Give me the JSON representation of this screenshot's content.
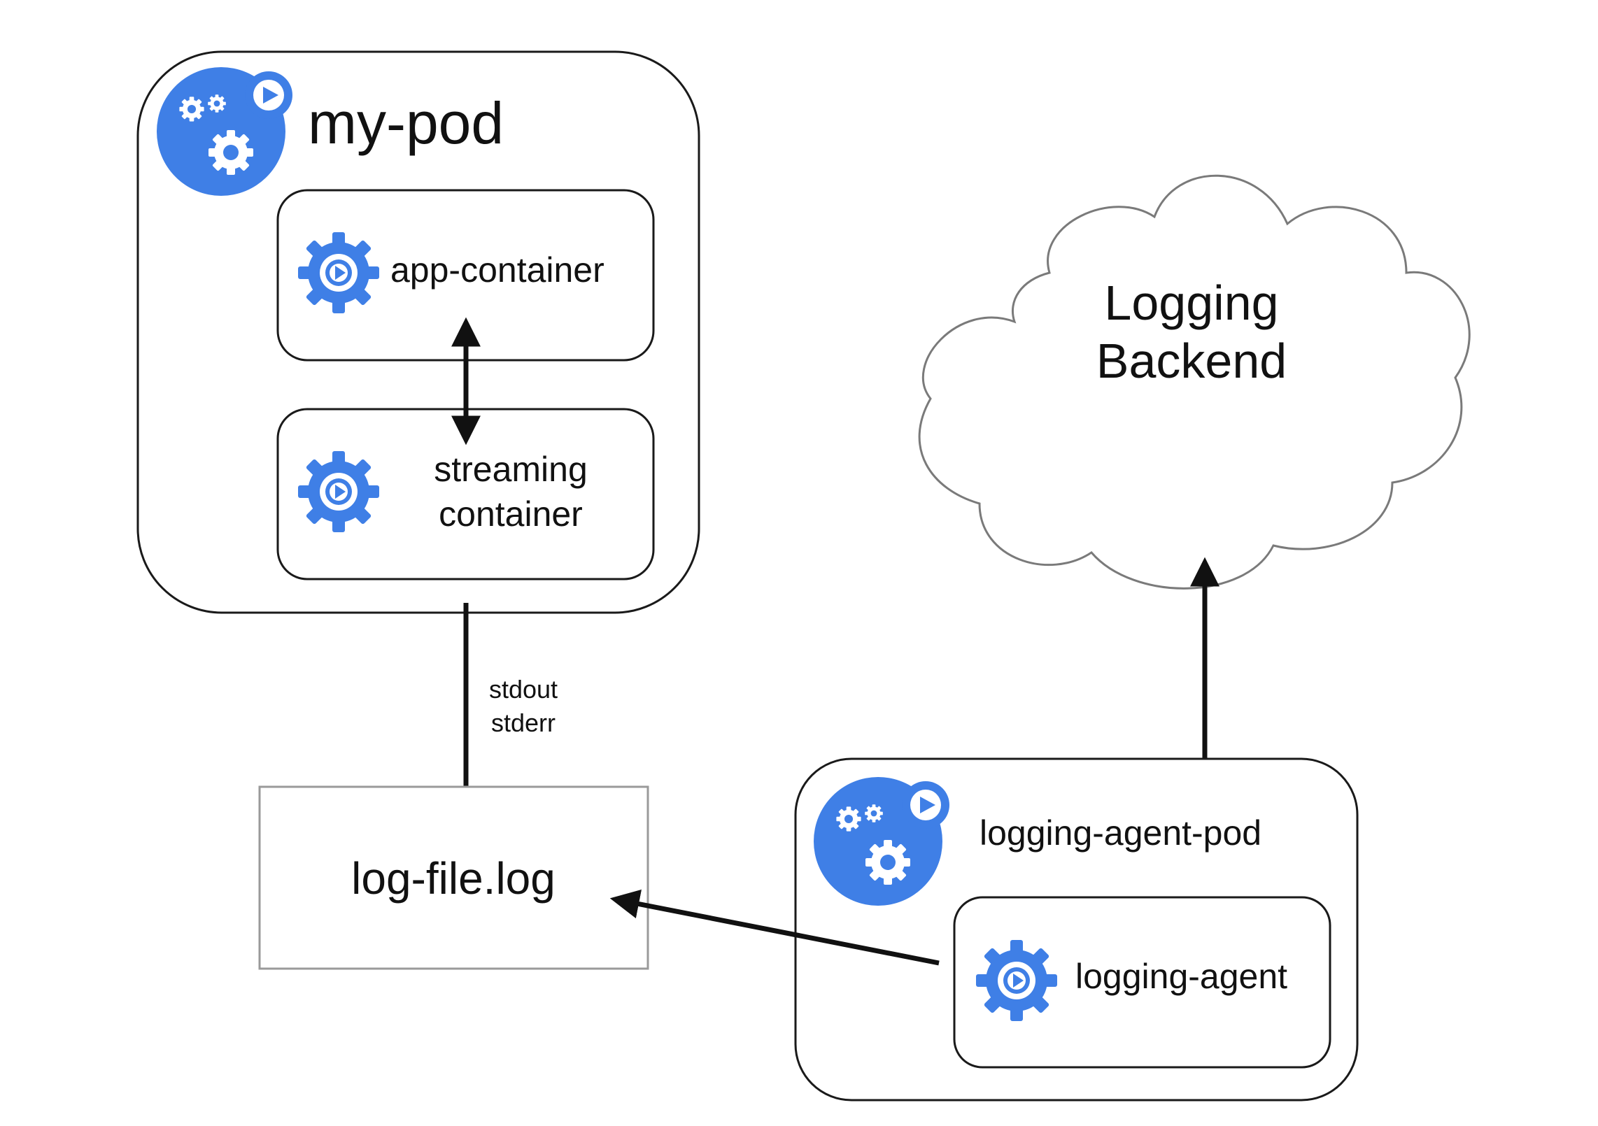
{
  "colors": {
    "accent": "#3f7fe6",
    "stroke": "#1a1a1a",
    "file_border": "#9a9a9a",
    "cloud_stroke": "#7a7a7a"
  },
  "my_pod": {
    "title": "my-pod",
    "icon": "pod-gears-icon",
    "app_container": {
      "label": "app-container",
      "icon": "container-gear-icon"
    },
    "streaming_container": {
      "label_line1": "streaming",
      "label_line2": "container",
      "icon": "container-gear-icon"
    }
  },
  "stream_labels": {
    "line1": "stdout",
    "line2": "stderr"
  },
  "log_file": {
    "label": "log-file.log"
  },
  "logging_backend": {
    "line1": "Logging",
    "line2": "Backend"
  },
  "logging_agent_pod": {
    "title": "logging-agent-pod",
    "icon": "pod-gears-icon",
    "logging_agent": {
      "label": "logging-agent",
      "icon": "container-gear-icon"
    }
  }
}
